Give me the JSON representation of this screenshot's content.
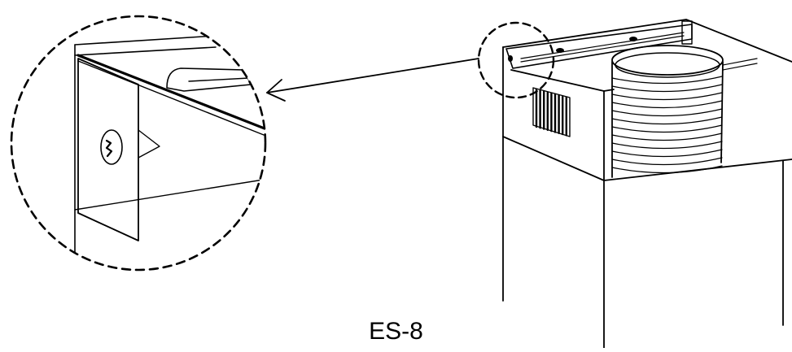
{
  "figure": {
    "caption": "ES-8"
  },
  "colors": {
    "line": "#000000",
    "background": "#ffffff"
  },
  "icons": {
    "callout": "magnified-detail-circle",
    "pointer": "arrow"
  }
}
